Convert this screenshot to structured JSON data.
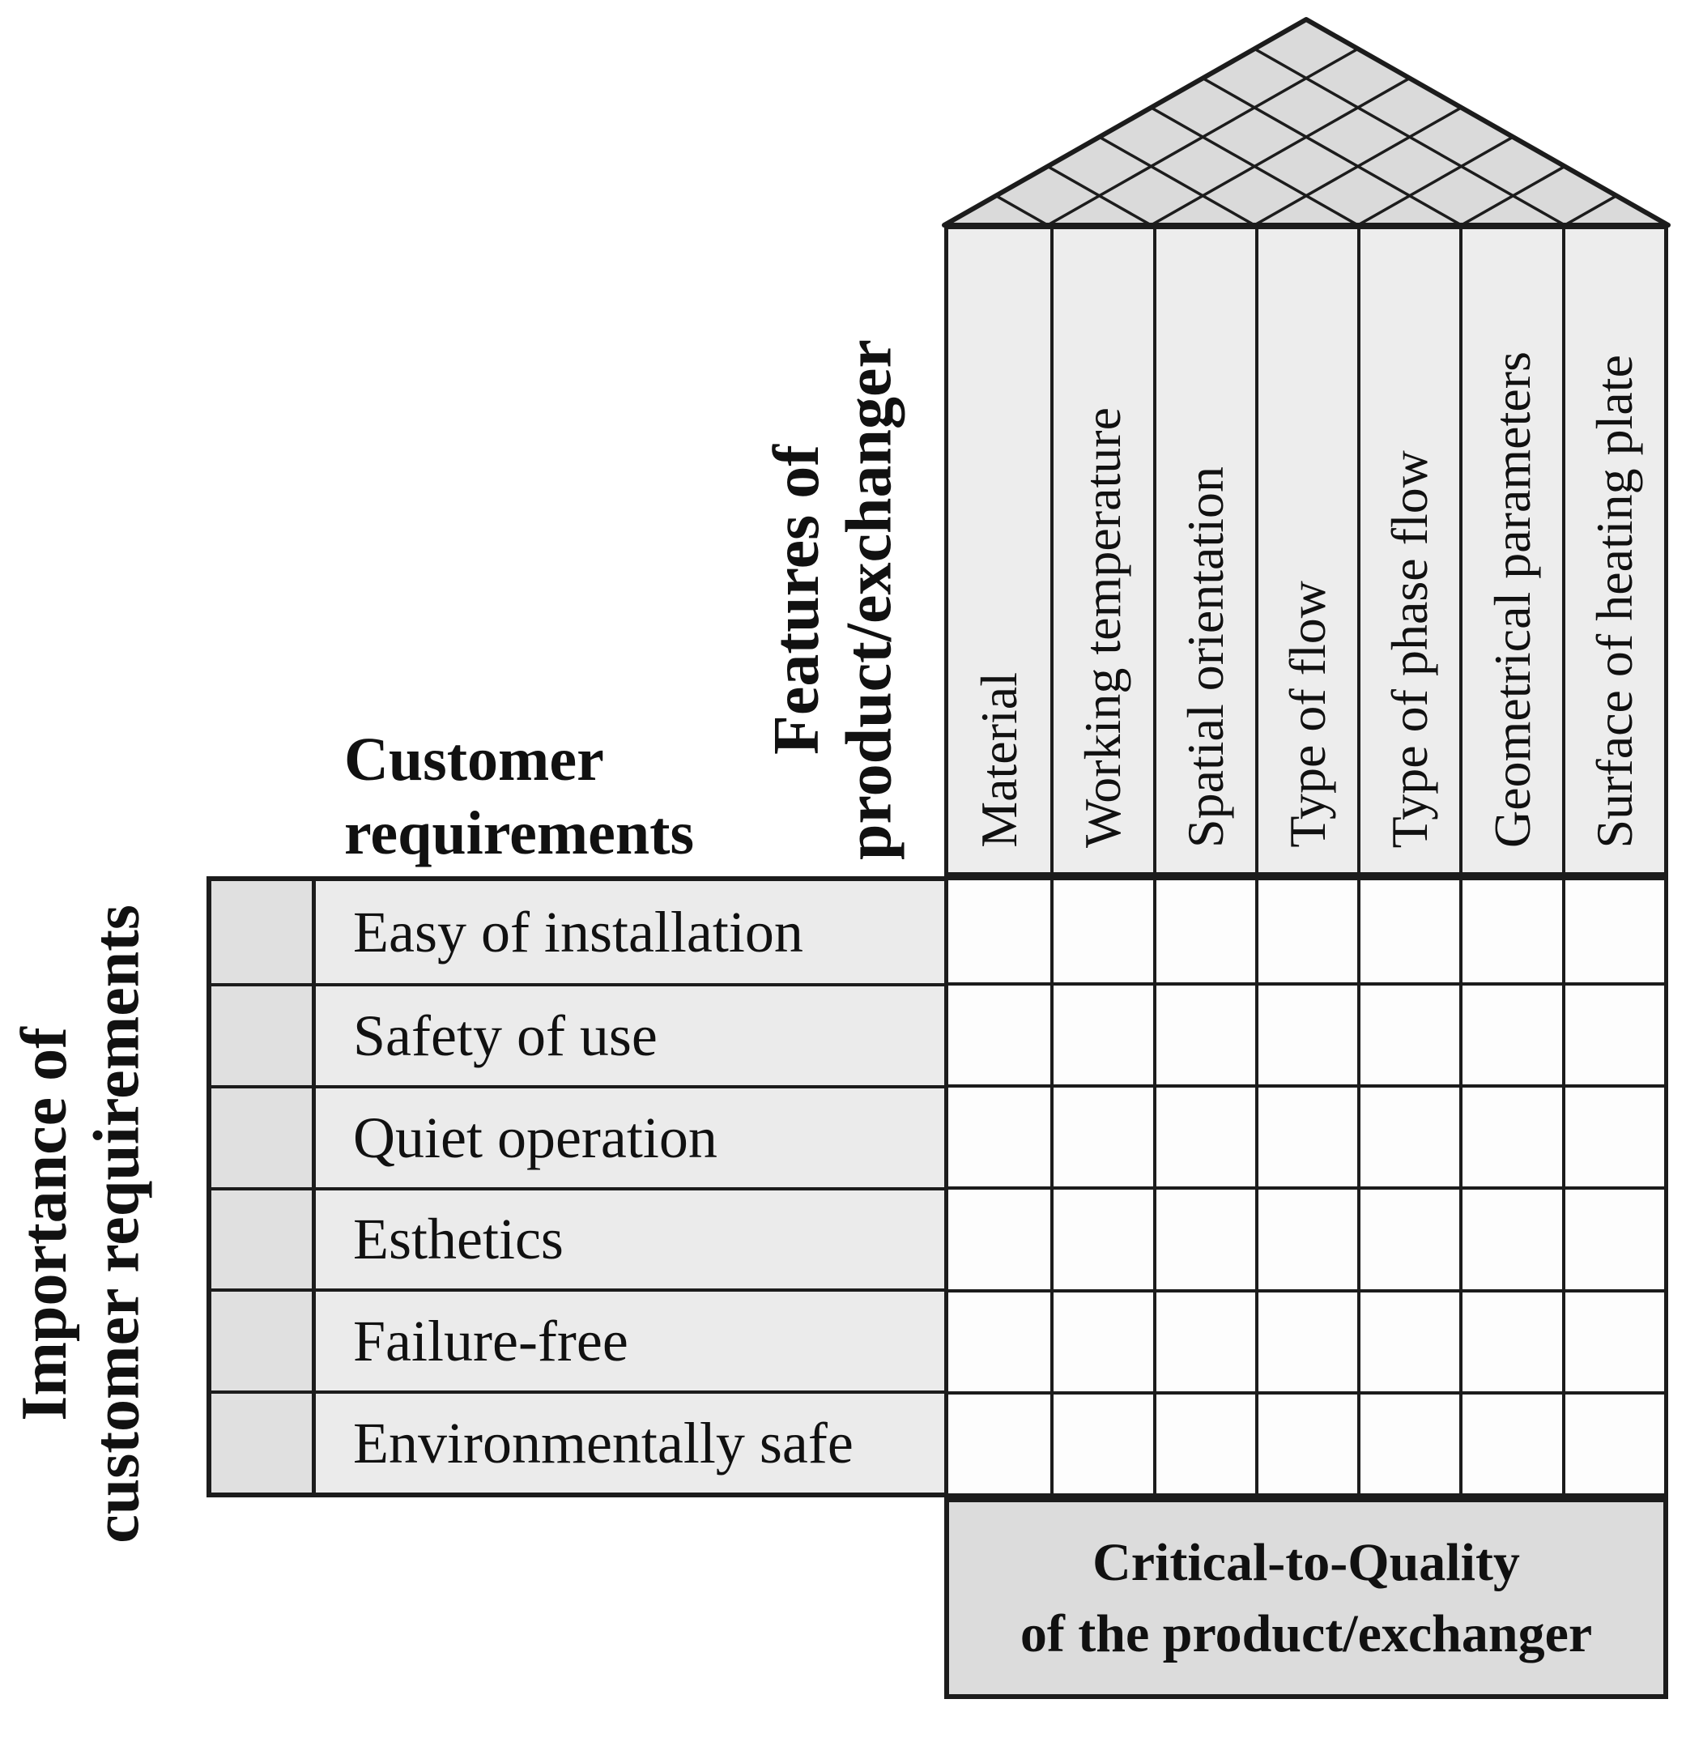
{
  "labels": {
    "importance": {
      "line1": "Importance of",
      "line2": "customer requirements"
    },
    "customer": {
      "line1": "Customer",
      "line2": "requirements"
    },
    "features": {
      "line1": "Features of",
      "line2": "product/exchanger"
    },
    "ctq": {
      "line1": "Critical-to-Quality",
      "line2": "of the product/exchanger"
    }
  },
  "columns": [
    "Material",
    "Working temperature",
    "Spatial orientation",
    "Type of flow",
    "Type of phase flow",
    "Geometrical parameters",
    "Surface of heating plate"
  ],
  "rows": [
    "Easy of installation",
    "Safety of use",
    "Quiet operation",
    "Esthetics",
    "Failure-free",
    "Environmentally safe"
  ],
  "matrix": {
    "row_count": 6,
    "column_count": 7,
    "cells_empty": true
  },
  "importance_column": {
    "cells_empty": true
  },
  "colors": {
    "line": "#1c1c1c",
    "header_cell": "#ededed",
    "roof_fill": "#dadada",
    "row_label_cell": "#ebebeb",
    "importance_cell": "#e0e0e0",
    "ctq_fill": "#dcdcdc",
    "matrix_cell": "#fdfdfd",
    "background": "#ffffff"
  }
}
